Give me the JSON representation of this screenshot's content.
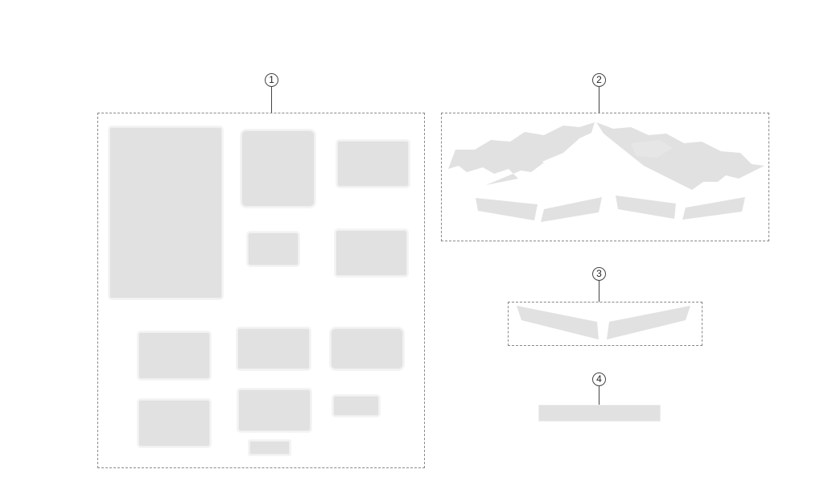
{
  "callouts": [
    {
      "label": "1"
    },
    {
      "label": "2"
    },
    {
      "label": "3"
    },
    {
      "label": "4"
    }
  ],
  "colors": {
    "decal_fill": "#e1e1e1",
    "dashed_border": "#8a8a8a",
    "line": "#444444"
  }
}
